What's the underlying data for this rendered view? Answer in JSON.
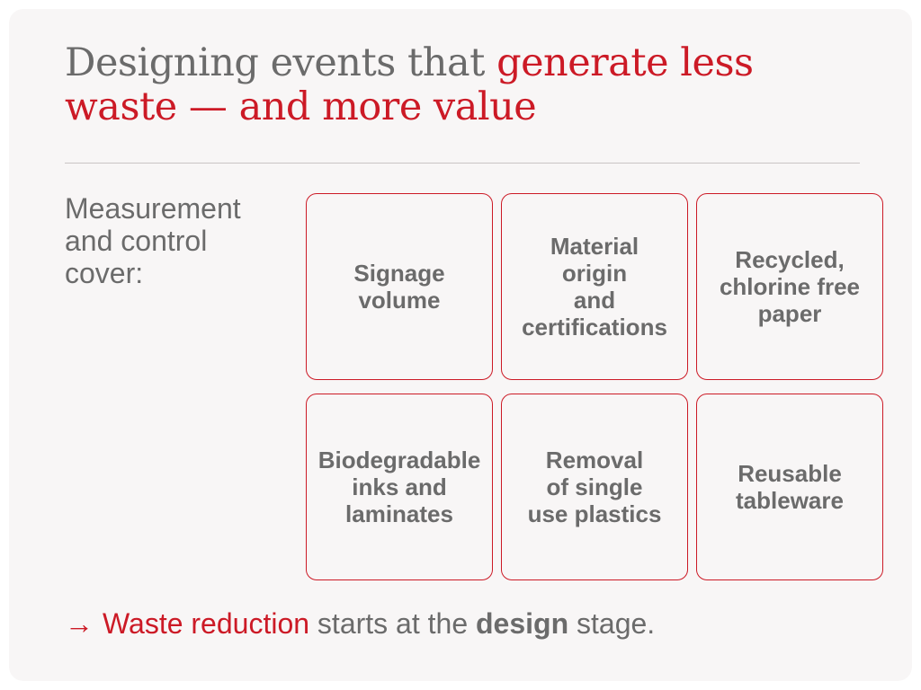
{
  "heading": {
    "prefix": "Designing events that ",
    "accent": "generate less waste — and more value"
  },
  "intro": "Measurement and control cover:",
  "tiles": [
    {
      "label": "Signage\nvolume"
    },
    {
      "label": "Material\norigin\nand\ncertifications"
    },
    {
      "label": "Recycled,\nchlorine free\npaper"
    },
    {
      "label": "Biodegradable\ninks and\nlaminates"
    },
    {
      "label": "Removal\nof single\nuse plastics"
    },
    {
      "label": "Reusable\ntableware"
    }
  ],
  "footer": {
    "arrow": "→",
    "accent": "Waste reduction",
    "middle": " starts at the ",
    "bold": "design",
    "end": " stage."
  },
  "colors": {
    "accent": "#cc1a26",
    "text": "#6b6b6b",
    "card_background": "#f8f6f6"
  }
}
